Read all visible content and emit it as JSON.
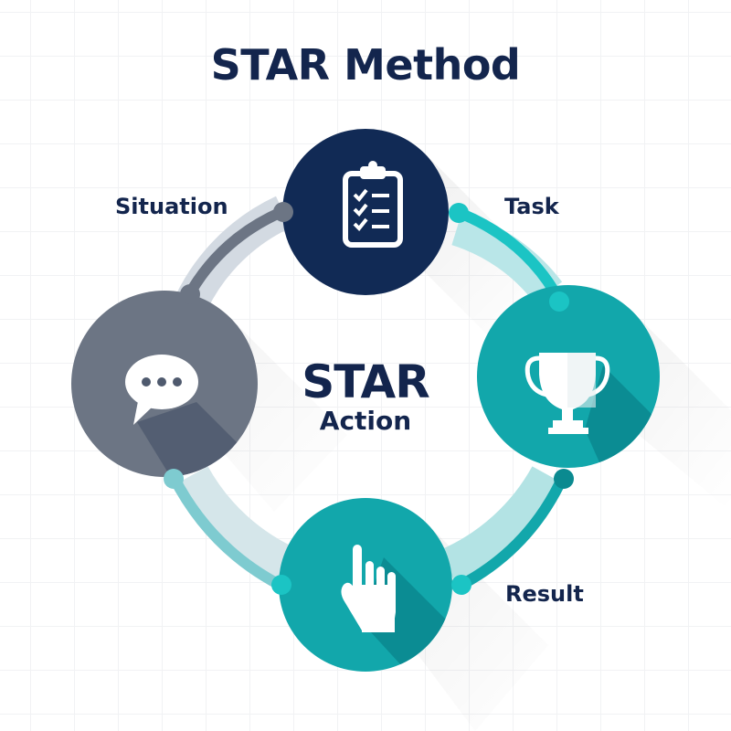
{
  "title": "STAR Method",
  "center": {
    "line1": "STAR",
    "line2": "Action"
  },
  "nodes": [
    {
      "id": "situation",
      "label": "Situation",
      "icon": "speech-bubble-icon",
      "color": "#6c7584"
    },
    {
      "id": "task",
      "label": "Task",
      "icon": "clipboard-checklist-icon",
      "color": "#112a55"
    },
    {
      "id": "result",
      "label": "Result",
      "icon": "trophy-icon",
      "color": "#12a7ab"
    },
    {
      "id": "action",
      "label": "Action",
      "icon": "raised-hand-icon",
      "color": "#12a7ab"
    }
  ],
  "colors": {
    "title": "#13254d",
    "navy": "#112a55",
    "gray": "#6c7584",
    "teal": "#12a7ab",
    "teal_dark": "#0b8a90",
    "teal_light": "#9fdcde",
    "connector_teal": "#1bc4c4",
    "ring_light_gray": "#d3dae2"
  }
}
